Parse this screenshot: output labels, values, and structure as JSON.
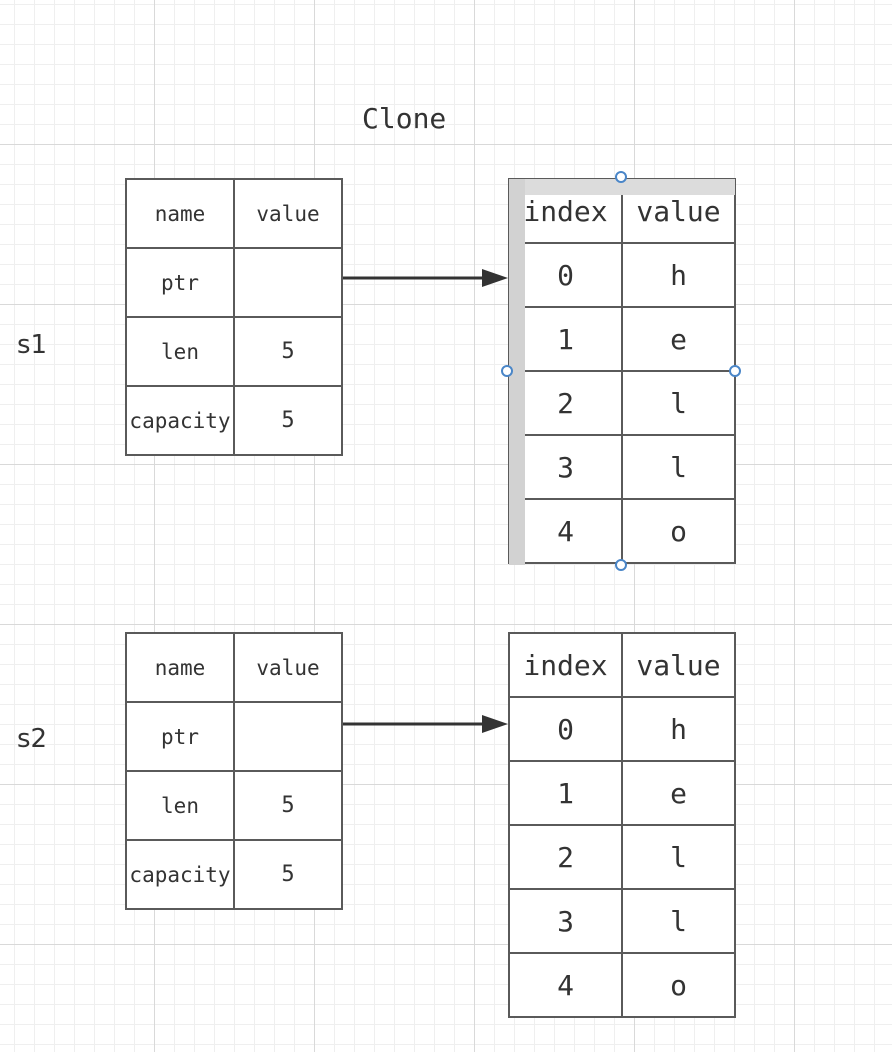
{
  "diagram": {
    "title": "Clone",
    "variables": [
      {
        "label": "s1",
        "pointer_table": {
          "header": [
            "name",
            "value"
          ],
          "rows": [
            {
              "name": "ptr",
              "value": ""
            },
            {
              "name": "len",
              "value": "5"
            },
            {
              "name": "capacity",
              "value": "5"
            }
          ]
        },
        "heap_table": {
          "header": [
            "index",
            "value"
          ],
          "rows": [
            {
              "index": "0",
              "value": "h"
            },
            {
              "index": "1",
              "value": "e"
            },
            {
              "index": "2",
              "value": "l"
            },
            {
              "index": "3",
              "value": "l"
            },
            {
              "index": "4",
              "value": "o"
            }
          ]
        }
      },
      {
        "label": "s2",
        "pointer_table": {
          "header": [
            "name",
            "value"
          ],
          "rows": [
            {
              "name": "ptr",
              "value": ""
            },
            {
              "name": "len",
              "value": "5"
            },
            {
              "name": "capacity",
              "value": "5"
            }
          ]
        },
        "heap_table": {
          "header": [
            "index",
            "value"
          ],
          "rows": [
            {
              "index": "0",
              "value": "h"
            },
            {
              "index": "1",
              "value": "e"
            },
            {
              "index": "2",
              "value": "l"
            },
            {
              "index": "3",
              "value": "l"
            },
            {
              "index": "4",
              "value": "o"
            }
          ]
        }
      }
    ],
    "colors": {
      "border": "#5a5a5a",
      "arrow": "#333333",
      "selection_handle": "#4a86c8",
      "grid": "#d9d9d9"
    }
  }
}
